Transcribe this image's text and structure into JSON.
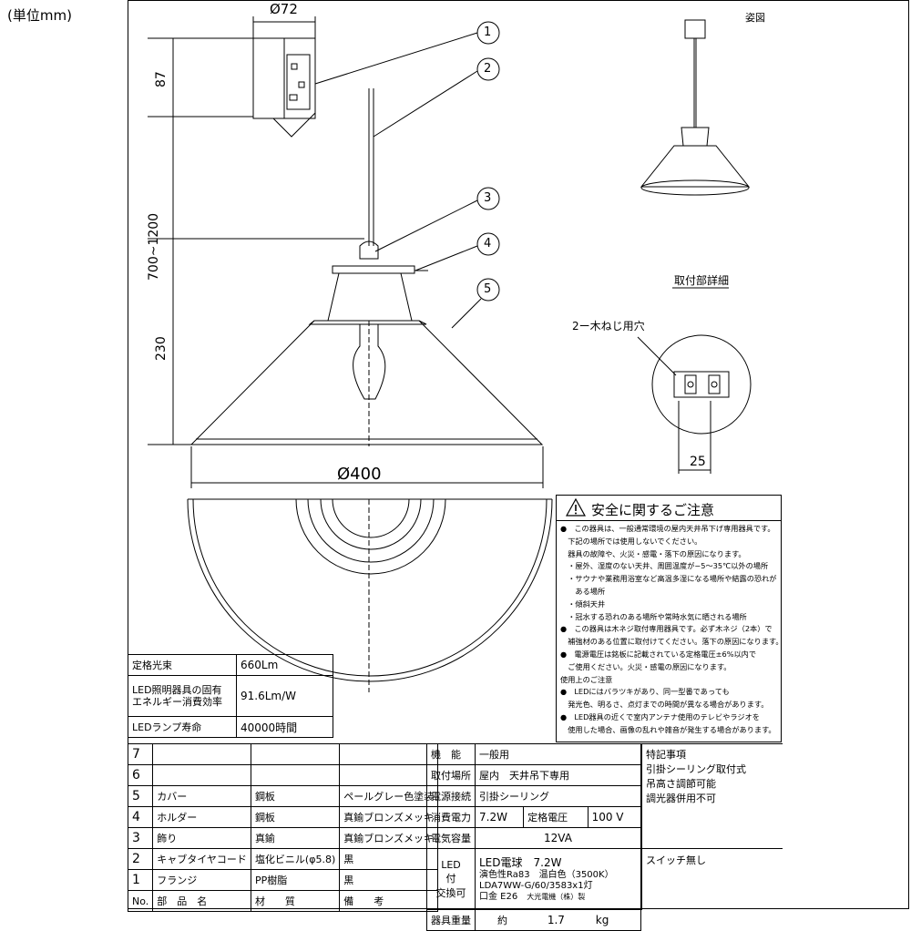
{
  "unit_label": "(単位mm)",
  "view_label": "姿図",
  "detail_title": "取付部詳細",
  "screw_label": "2ー木ねじ用穴",
  "dims": {
    "top_diameter": "Ø72",
    "height_87": "87",
    "cord_length": "700~1200",
    "shade_height": "230",
    "shade_diameter": "Ø400",
    "screw_spacing": "25"
  },
  "callouts": [
    "1",
    "2",
    "3",
    "4",
    "5"
  ],
  "safety": {
    "title": "安全に関するご注意",
    "lines": [
      "●　この器具は、一般通常環境の屋内天井吊下げ専用器具です。",
      "　下記の場所では使用しないでください。",
      "　器具の故障や、火災・感電・落下の原因になります。",
      "　・屋外、湿度のない天井、周囲温度が−5〜35℃以外の場所",
      "　・サウナや業務用浴室など高温多湿になる場所や結露の恐れが",
      "　　ある場所",
      "　・傾斜天井",
      "　・冠水する恐れのある場所や常時水気に晒される場所",
      "●　この器具は木ネジ取付専用器具です。必ず木ネジ（2本）で",
      "　補強材のある位置に取付けてください。落下の原因になります。",
      "●　電源電圧は銘板に記載されている定格電圧±6%以内で",
      "　ご使用ください。火災・感電の原因になります。",
      "使用上のご注意",
      "●　LEDにはバラツキがあり、同一型番であっても",
      "　発光色、明るさ、点灯までの時間が異なる場合があります。",
      "●　LED器具の近くで室内アンテナ使用のテレビやラジオを",
      "　使用した場合、画像の乱れや雑音が発生する場合があります。"
    ]
  },
  "spec_small": [
    {
      "label": "定格光束",
      "value": "660Lm"
    },
    {
      "label": "LED照明器具の固有エネルギー消費効率",
      "label1": "LED照明器具の固有",
      "label2": "エネルギー消費効率",
      "value": "91.6Lm/W"
    },
    {
      "label": "LEDランプ寿命",
      "value": "40000時間"
    }
  ],
  "parts_header": {
    "no": "No.",
    "name": "部　品　名",
    "material": "材　　質",
    "note": "備　　考"
  },
  "parts": [
    {
      "no": "7",
      "name": "",
      "material": "",
      "note": ""
    },
    {
      "no": "6",
      "name": "",
      "material": "",
      "note": ""
    },
    {
      "no": "5",
      "name": "カバー",
      "material": "鋼板",
      "note": "ペールグレー色塗装"
    },
    {
      "no": "4",
      "name": "ホルダー",
      "material": "鋼板",
      "note": "真鍮ブロンズメッキ"
    },
    {
      "no": "3",
      "name": "飾り",
      "material": "真鍮",
      "note": "真鍮ブロンズメッキ"
    },
    {
      "no": "2",
      "name": "キャブタイヤコード",
      "material": "塩化ビニル(φ5.8)",
      "note": "黒"
    },
    {
      "no": "1",
      "name": "フランジ",
      "material": "PP樹脂",
      "note": "黒"
    }
  ],
  "specs": {
    "func_label": "機　能",
    "func_value": "一般用",
    "place_label": "取付場所",
    "place_value": "屋内　天井吊下専用",
    "conn_label": "電源接続",
    "conn_value": "引掛シーリング",
    "power_label": "消費電力",
    "power_value": "7.2W",
    "voltage_label": "定格電圧",
    "voltage_value": "100 V",
    "capacity_label": "電気容量",
    "capacity_value": "12VA",
    "led_label1": "LED",
    "led_label2": "付",
    "led_label3": "交換可",
    "led_line1": "LED電球　7.2W",
    "led_line2": "演色性Ra83　温白色（3500K）",
    "led_line3": "LDA7WW-G/60/3583x1灯",
    "led_line4_a": "口金 E26",
    "led_line4_b": "大光電機（株）製",
    "weight_label": "器具重量",
    "weight_prefix": "約",
    "weight_value": "1.7",
    "weight_unit": "kg"
  },
  "notes": {
    "title": "特記事項",
    "lines": [
      "引掛シーリング取付式",
      "吊高さ調節可能",
      "調光器併用不可"
    ],
    "switch": "スイッチ無し"
  }
}
